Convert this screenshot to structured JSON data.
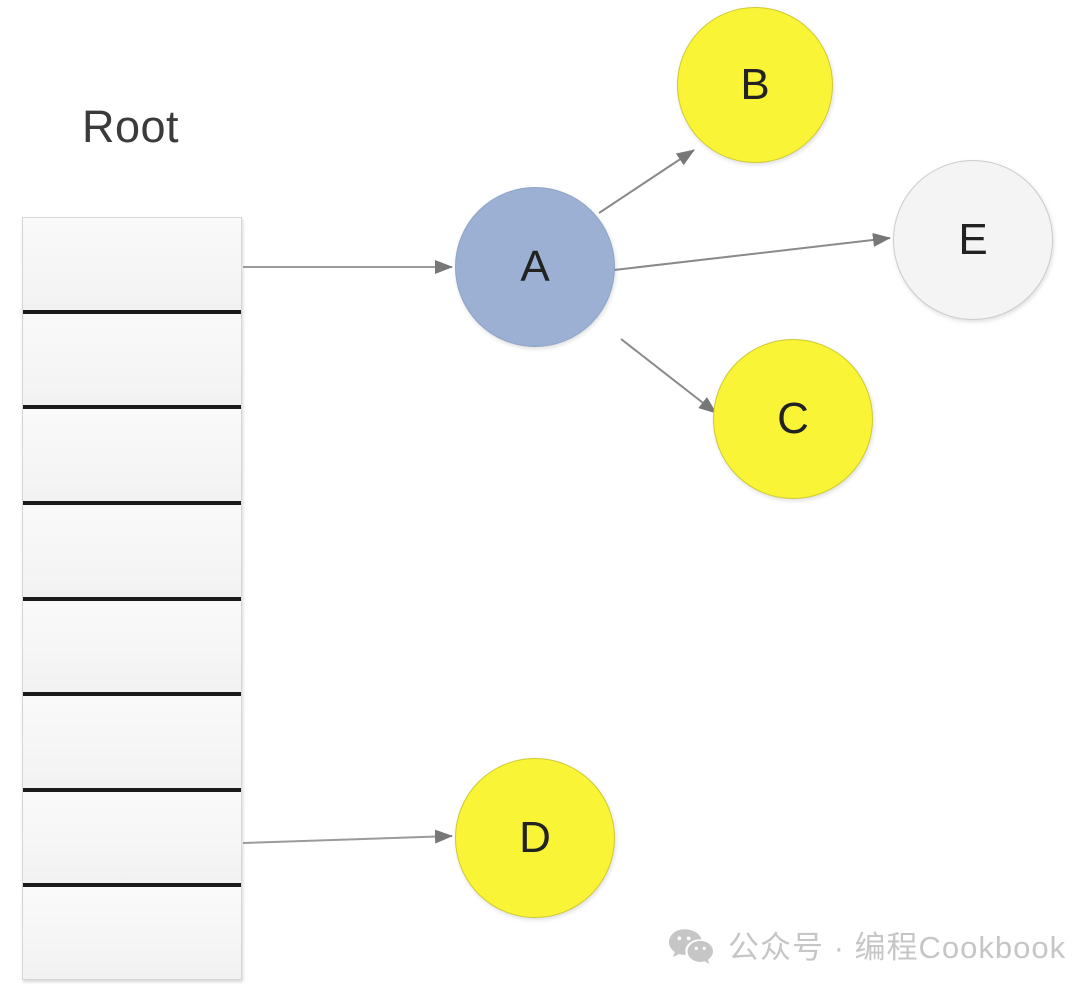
{
  "diagram": {
    "title_label": "Root",
    "table": {
      "name": "root-pointer-table",
      "rows": [
        {
          "index": 1,
          "value": ""
        },
        {
          "index": 2,
          "value": ""
        },
        {
          "index": 3,
          "value": ""
        },
        {
          "index": 4,
          "value": ""
        },
        {
          "index": 5,
          "value": ""
        },
        {
          "index": 6,
          "value": ""
        },
        {
          "index": 7,
          "value": ""
        },
        {
          "index": 8,
          "value": ""
        }
      ]
    },
    "nodes": [
      {
        "id": "A",
        "label": "A",
        "color": "#9bb0d2",
        "shape": "circle"
      },
      {
        "id": "B",
        "label": "B",
        "color": "#f9f536",
        "shape": "circle"
      },
      {
        "id": "C",
        "label": "C",
        "color": "#f9f536",
        "shape": "circle"
      },
      {
        "id": "D",
        "label": "D",
        "color": "#f9f536",
        "shape": "circle"
      },
      {
        "id": "E",
        "label": "E",
        "color": "#f4f4f4",
        "shape": "circle"
      }
    ],
    "edges": [
      {
        "from": "root-row-1",
        "to": "A",
        "label": ""
      },
      {
        "from": "root-row-7",
        "to": "D",
        "label": ""
      },
      {
        "from": "A",
        "to": "B",
        "label": ""
      },
      {
        "from": "A",
        "to": "E",
        "label": ""
      },
      {
        "from": "A",
        "to": "C",
        "label": ""
      }
    ],
    "edge_color": "#9a9a9a",
    "divider_color": "#1b1b1b"
  },
  "watermark": {
    "icon": "wechat-icon",
    "text": "公众号 · 编程Cookbook",
    "color": "#c6c6c6"
  }
}
